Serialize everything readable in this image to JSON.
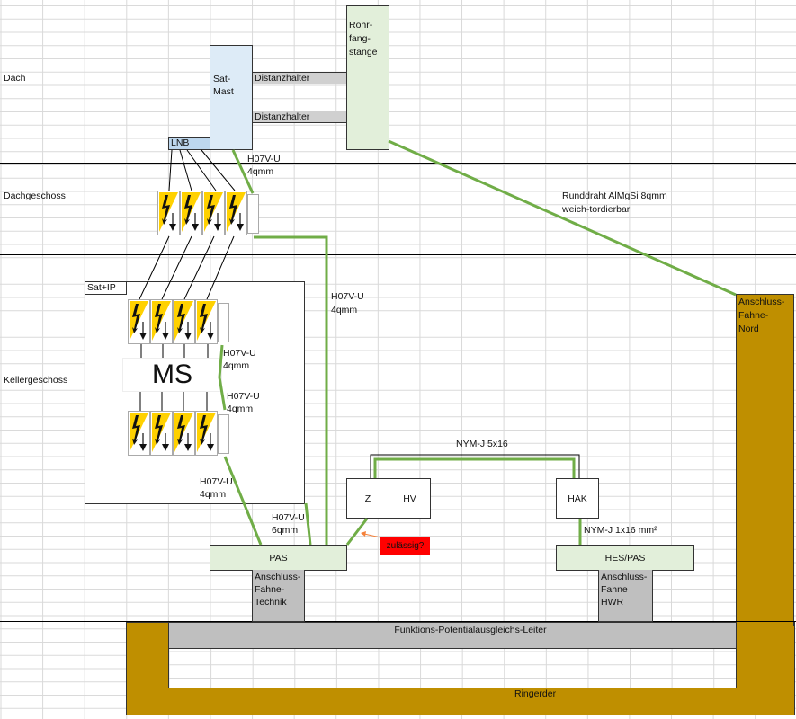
{
  "levels": {
    "roof": "Dach",
    "attic": "Dachgeschoss",
    "basement": "Kellergeschoss"
  },
  "roof": {
    "sat_mast": [
      "Sat-",
      "Mast"
    ],
    "lnb": "LNB",
    "standoff_1": "Distanzhalter",
    "standoff_2": "Distanzhalter",
    "air_terminal": [
      "Rohr-",
      "fang-",
      "stange"
    ],
    "wire_label": [
      "Runddraht AlMgSi 8qmm",
      "weich-tordierbar"
    ]
  },
  "cables": {
    "mast_to_attic": [
      "H07V-U",
      "4qmm"
    ],
    "attic_to_pas": [
      "H07V-U",
      "4qmm"
    ],
    "ms_upper": [
      "H07V-U",
      "4qmm"
    ],
    "ms_lower": [
      "H07V-U",
      "4qmm"
    ],
    "lower_to_pas": [
      "H07V-U",
      "4qmm"
    ],
    "box_to_pas": [
      "H07V-U",
      "6qmm"
    ],
    "z_to_hak": "NYM-J 5x16",
    "hak_to_hes": "NYM-J 1x16 mm²"
  },
  "basement": {
    "sat_ip": "Sat+IP",
    "multiswitch": "MS",
    "meter": "Z",
    "main_distribution": "HV",
    "house_connection_box": "HAK",
    "pas": "PAS",
    "hes_pas": "HES/PAS",
    "question": "zulässig?",
    "flag_technik": [
      "Anschluss-",
      "Fahne-",
      "Technik"
    ],
    "flag_hwr": [
      "Anschluss-",
      "Fahne",
      "HWR"
    ],
    "flag_nord": [
      "Anschluss-",
      "Fahne-",
      "Nord"
    ],
    "fpal": "Funktions-Potentialausgleichs-Leiter",
    "ring_earth": "Ringerder"
  },
  "colors": {
    "green": "#70ad47",
    "earth": "#bf8f00",
    "gray": "#bfbfbf",
    "light_green": "#e2efda",
    "light_blue": "#ddebf7",
    "lnb_blue": "#bdd7ee",
    "red": "#ff0000",
    "bolt_yellow": "#ffd100"
  }
}
